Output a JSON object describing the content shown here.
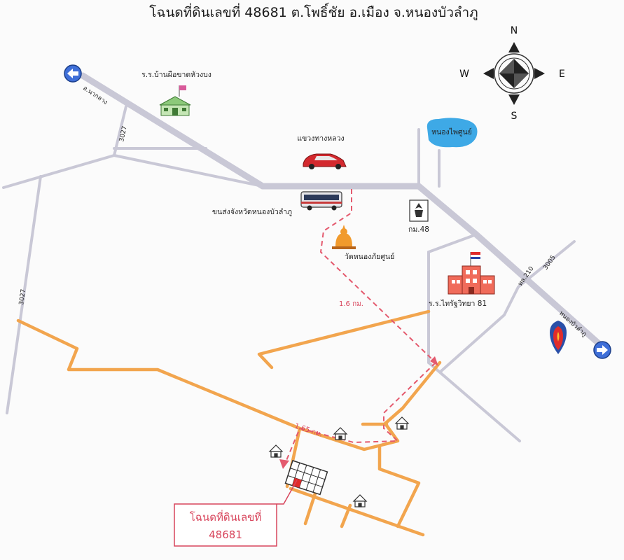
{
  "title": "โฉนดที่ดินเลขที่ 48681 ต.โพธิ์ชัย อ.เมือง จ.หนองบัวลำภู",
  "compass": {
    "north": "N",
    "south": "S",
    "east": "E",
    "west": "W"
  },
  "places": {
    "school_top": "ร.ร.บ้านผือขาดหัวงบง",
    "car_place": "แขวงทางหลวง",
    "bus_station": "ขนส่งจังหวัดหนองบัวลำภู",
    "temple": "วัดหนองภัยศูนย์",
    "military": "กม.48",
    "pond": "หนองไพศูนย์",
    "school_right": "ร.ร.ไทรัฐวิทยา 81"
  },
  "roads": {
    "to_na_klang": "อ.นากลาง",
    "to_nongbua": "หนองบัวลำภู",
    "road_3027_a": "3027",
    "road_3027_b": "3027",
    "road_210": "ทล.210",
    "road_3005": "3005"
  },
  "distances": {
    "d1": "1.6 กม.",
    "d2": "1.65 กม."
  },
  "land_box": {
    "line1": "โฉนดที่ดินเลขที่",
    "line2": "48681"
  },
  "colors": {
    "main_road": "#c9c8d6",
    "orange_road": "#f2a54e",
    "route_dash": "#e45a6e",
    "pond": "#3ea9e6",
    "box_border": "#d8455c"
  },
  "icons": [
    "arrow-left-sign-icon",
    "arrow-right-sign-icon",
    "school-icon",
    "car-icon",
    "bus-icon",
    "buddha-icon",
    "military-emblem-icon",
    "pond-icon",
    "school-building-icon",
    "gas-station-icon",
    "house-icon",
    "compass-icon",
    "land-plot-icon"
  ]
}
